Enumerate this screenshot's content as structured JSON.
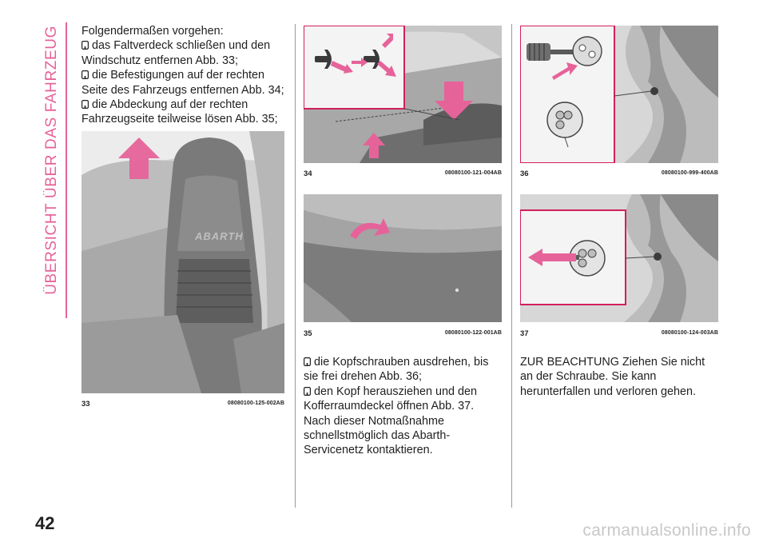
{
  "section_title": "ÜBERSICHT ÜBER DAS FAHRZEUG",
  "page_number": "42",
  "watermark": "carmanualsonline.info",
  "accent_color": "#e6639a",
  "arrow_color": "#e6639a",
  "column1": {
    "intro": "Folgendermaßen vorgehen:",
    "bullets": [
      "das Faltverdeck schließen und den Windschutz entfernen Abb. 33;",
      "die Befestigungen auf der rechten Seite des Fahrzeugs entfernen Abb. 34;",
      "die Abdeckung auf der rechten Fahrzeugseite teilweise lösen Abb. 35;"
    ]
  },
  "column2": {
    "bullets": [
      "die Kopfschrauben ausdrehen, bis sie frei drehen Abb. 36;",
      "den Kopf herausziehen und den Kofferraumdeckel öffnen Abb. 37. Nach dieser Notmaßnahme schnellstmöglich das Abarth-Servicenetz kontaktieren."
    ]
  },
  "column3": {
    "note": "ZUR BEACHTUNG Ziehen Sie nicht an der Schraube. Sie kann herunterfallen und verloren gehen."
  },
  "figures": [
    {
      "number": "33",
      "code": "08080100-125-002AB",
      "subject": "seat",
      "seat_logo": "ABARTH"
    },
    {
      "number": "34",
      "code": "08080100-121-004AB",
      "subject": "fasteners"
    },
    {
      "number": "35",
      "code": "08080100-122-001AB",
      "subject": "cover"
    },
    {
      "number": "36",
      "code": "08080100-999-400AB",
      "subject": "screw-unscrew"
    },
    {
      "number": "37",
      "code": "08080100-124-003AB",
      "subject": "screw-pull"
    }
  ]
}
